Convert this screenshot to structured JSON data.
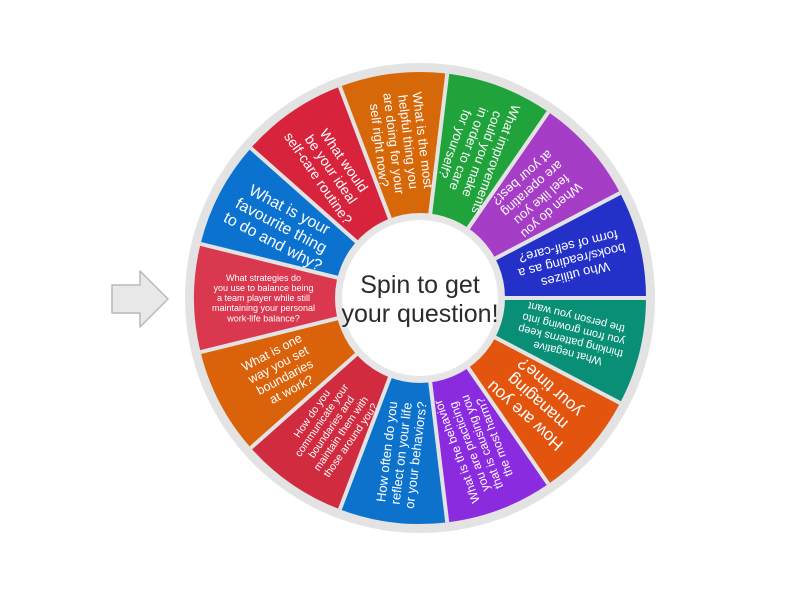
{
  "wheel": {
    "center_text": "Spin to get your question!",
    "pointer_icon": "arrow-right-icon",
    "colors": {
      "red": "#d12b3f",
      "orange": "#d9620b",
      "green": "#20a33a",
      "purple": "#a63dc7",
      "blue": "#2331c9",
      "teal": "#0a8f77",
      "orange_red": "#e3540e",
      "violet": "#8a2be0",
      "azure": "#0d72cc",
      "crimson": "#d8233c",
      "dark_orange": "#d7680a",
      "rose": "#d9384f",
      "sky_blue": "#0b73cf",
      "rim": "#e3e3e3",
      "hub": "#ffffff"
    },
    "segments": [
      {
        "color": "#d8233c",
        "lines": [
          "What would",
          "be your ideal",
          "self-care routine?"
        ]
      },
      {
        "color": "#d7680a",
        "lines": [
          "What is the most",
          "helpful thing you",
          "are doing for your",
          "self right now?"
        ]
      },
      {
        "color": "#20a33a",
        "lines": [
          "What improvements",
          "could you make",
          "in order to care",
          "for yourself?"
        ]
      },
      {
        "color": "#a63dc7",
        "lines": [
          "When do you",
          "feel like you",
          "are operating",
          "at your best?"
        ]
      },
      {
        "color": "#2331c9",
        "lines": [
          "Who utilizes",
          "books/reading as a",
          "form of self-care?"
        ]
      },
      {
        "color": "#0a8f77",
        "lines": [
          "What negative",
          "thinking patterns keep",
          "you from growing into",
          "the person you want"
        ]
      },
      {
        "color": "#e3540e",
        "lines": [
          "How are you",
          "managing",
          "your time?"
        ]
      },
      {
        "color": "#8a2be0",
        "lines": [
          "What is the behavior",
          "you are practicing",
          "that is causing you",
          "the most harm?"
        ]
      },
      {
        "color": "#0d72cc",
        "lines": [
          "How often do you",
          "reflect on your life",
          "or your behaviors?"
        ]
      },
      {
        "color": "#d12b3f",
        "lines": [
          "How do you",
          "communicate your",
          "boundaries and",
          "maintain them with",
          "those around you?"
        ]
      },
      {
        "color": "#d9620b",
        "lines": [
          "What is one",
          "way you set",
          "boundaries",
          "at work?"
        ]
      },
      {
        "color": "#d9384f",
        "lines": [
          "What strategies do",
          "you use to balance being",
          "a team player while still",
          "maintaining your personal",
          "work-life balance?"
        ]
      },
      {
        "color": "#0b73cf",
        "lines": [
          "What is your",
          "favourite thing",
          "to do and why?"
        ]
      }
    ]
  }
}
